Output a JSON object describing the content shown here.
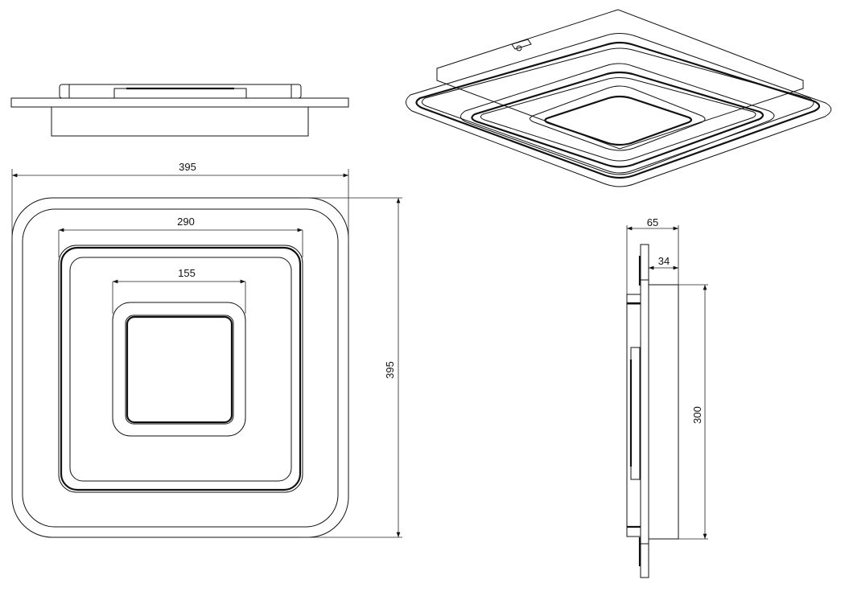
{
  "dimensions": {
    "top_width": "395",
    "middle_width": "290",
    "inner_width": "155",
    "top_height": "395",
    "side_depth": "65",
    "side_body_depth": "34",
    "side_body_height": "300"
  }
}
